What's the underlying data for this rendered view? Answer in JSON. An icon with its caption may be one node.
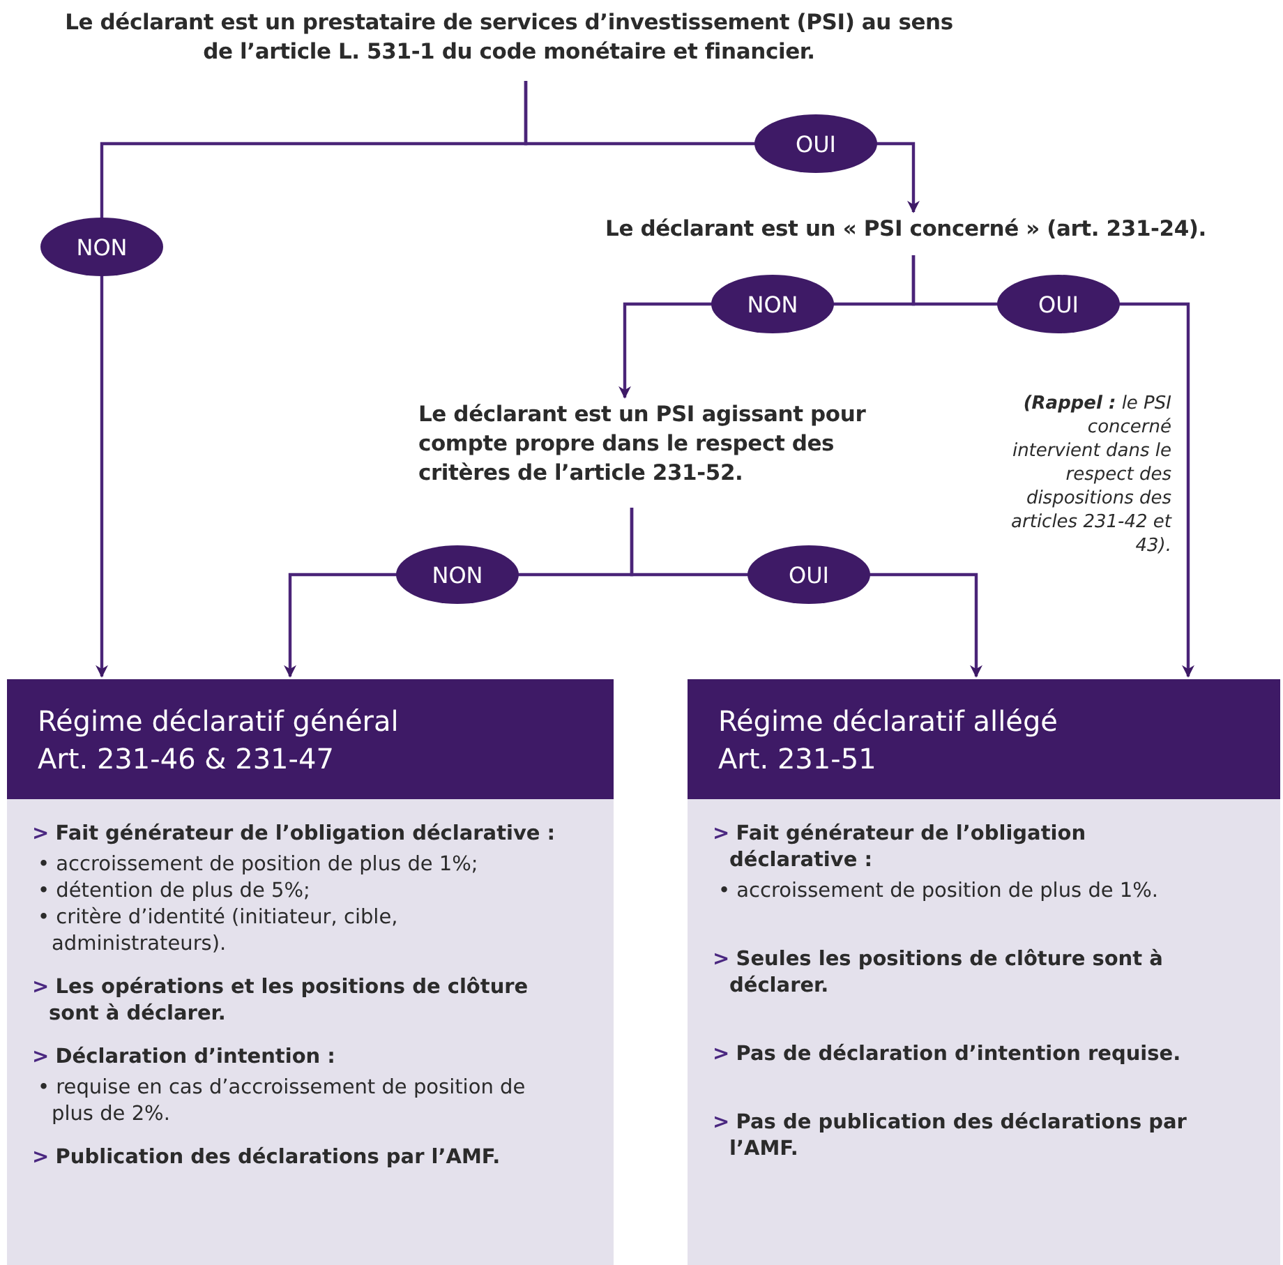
{
  "diagram": {
    "nodes": [
      {
        "text": [
          "Le déclarant est un prestataire de services d’investissement (PSI) au sens de l’article L. 531-1 du code monétaire et financier."
        ]
      },
      {
        "text": [
          "Le déclarant est un « PSI concerné » (art. 231-24)."
        ]
      },
      {
        "text": [
          "Le déclarant est un PSI agissant pour compte propre dans le respect des critères de l’article 231-52."
        ]
      },
      {
        "text": [
          "Régime déclaratif général Art. 231-46 & 231-47",
          "> **Fait générateur de l’obligation déclarative :**",
          "• accroissement de position de plus de 1%;",
          "• détention de plus de 5%;",
          "• critère d’identité (initiateur, cible, administrateurs).",
          "> **Les opérations et les positions de clôture sont à déclarer.**",
          "> **Déclaration d’intention :**",
          "• requise en cas d’accroissement de position de plus de 2%.",
          "> **Publication des déclarations par l’AMF.**"
        ]
      },
      {
        "text": [
          "Régime déclaratif allégé Art. 231-51",
          "> **Fait générateur de l’obligation déclarative :**",
          "• accroissement de position de plus de 1%.",
          "> **Seules les positions de clôture sont à déclarer.**",
          "> **Pas de déclaration d’intention requise.**",
          "> **Pas de publication des déclarations par l’AMF.**"
        ]
      }
    ],
    "edges": [
      {
        "from": 0,
        "to": 1,
        "arrow": "to",
        "label": "OUI"
      },
      {
        "from": 0,
        "to": 3,
        "arrow": "to",
        "label": "NON"
      },
      {
        "from": 1,
        "to": 2,
        "arrow": "to",
        "label": "NON"
      },
      {
        "from": 1,
        "to": 4,
        "arrow": "to",
        "label": "OUI"
      },
      {
        "from": 2,
        "to": 3,
        "arrow": "to",
        "label": "NON"
      },
      {
        "from": 2,
        "to": 4,
        "arrow": "to",
        "label": "OUI"
      }
    ],
    "labels": [
      "**(Rappel :** le PSI concerné intervient dans le respect des dispositions des articles 231-42 et 43)."
    ]
  }
}
